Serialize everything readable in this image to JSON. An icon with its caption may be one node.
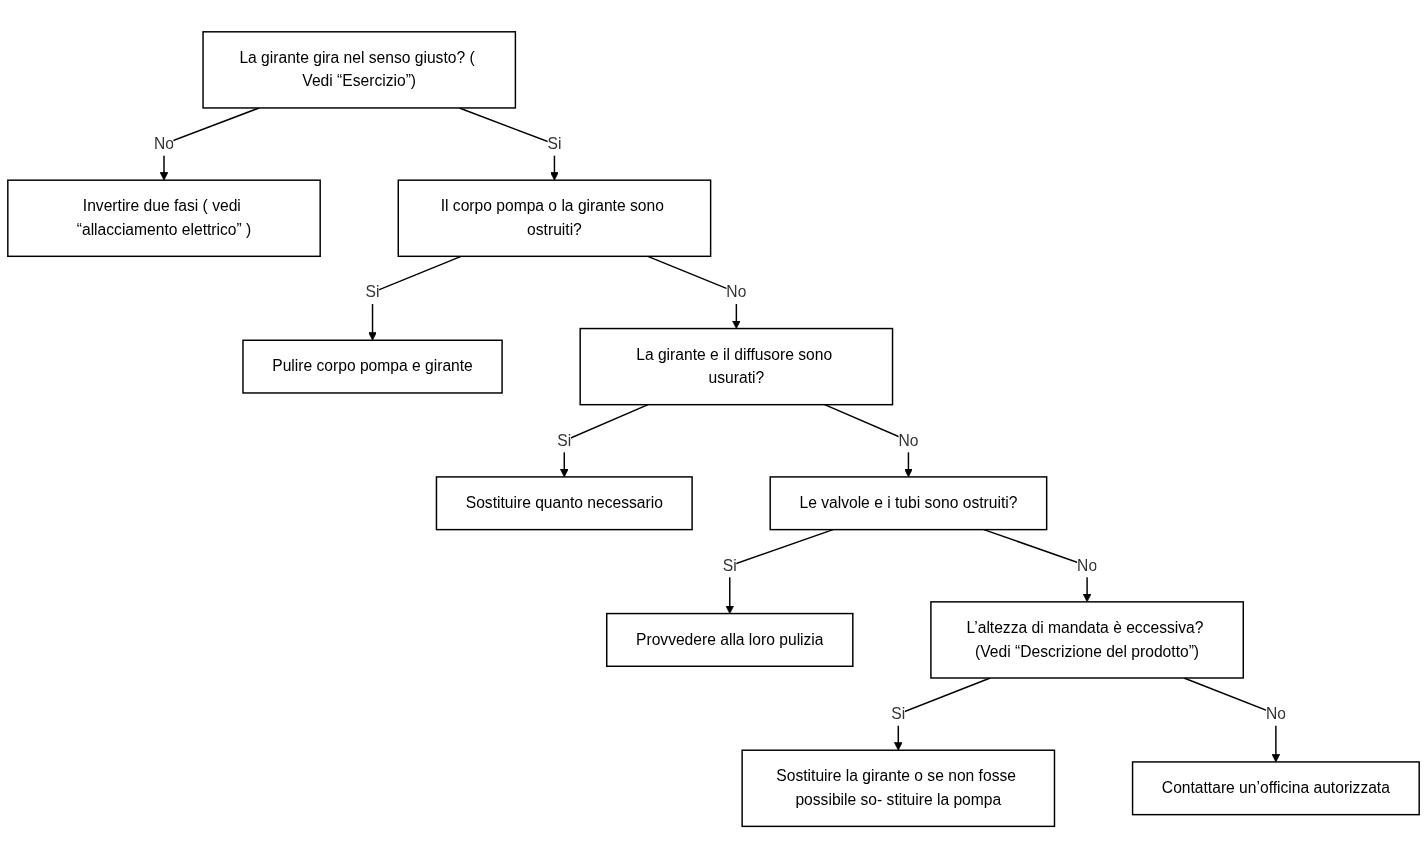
{
  "diagram": {
    "nodes": [
      {
        "text": [
          "La girante gira nel senso giusto? ( Vedi “Esercizio”)"
        ]
      },
      {
        "text": [
          "Invertire due fasi ( vedi “allacciamento elettrico” )"
        ]
      },
      {
        "text": [
          "Il corpo pompa o la girante sono ostruiti?"
        ]
      },
      {
        "text": [
          "Pulire corpo pompa e girante"
        ]
      },
      {
        "text": [
          "La girante e il diffusore sono usurati?"
        ]
      },
      {
        "text": [
          "Sostituire quanto necessario"
        ]
      },
      {
        "text": [
          "Le valvole e i tubi sono ostruiti?"
        ]
      },
      {
        "text": [
          "Provvedere alla loro pulizia"
        ]
      },
      {
        "text": [
          "L’altezza di mandata è eccessiva? (Vedi “Descrizione del prodotto”)"
        ]
      },
      {
        "text": [
          "Sostituire la girante o se non fosse possibile so- stituire la pompa"
        ]
      },
      {
        "text": [
          "Contattare un’officina autorizzata"
        ]
      }
    ],
    "edges": [
      {
        "from": 0,
        "to": 1,
        "arrow": "to",
        "label": "No"
      },
      {
        "from": 0,
        "to": 2,
        "arrow": "to",
        "label": "Si"
      },
      {
        "from": 2,
        "to": 3,
        "arrow": "to",
        "label": "Si"
      },
      {
        "from": 2,
        "to": 4,
        "arrow": "to",
        "label": "No"
      },
      {
        "from": 4,
        "to": 5,
        "arrow": "to",
        "label": "Si"
      },
      {
        "from": 4,
        "to": 6,
        "arrow": "to",
        "label": "No"
      },
      {
        "from": 6,
        "to": 7,
        "arrow": "to",
        "label": "Si"
      },
      {
        "from": 6,
        "to": 8,
        "arrow": "to",
        "label": "No"
      },
      {
        "from": 8,
        "to": 9,
        "arrow": "to",
        "label": "Si"
      },
      {
        "from": 8,
        "to": 10,
        "arrow": "to",
        "label": "No"
      }
    ]
  }
}
